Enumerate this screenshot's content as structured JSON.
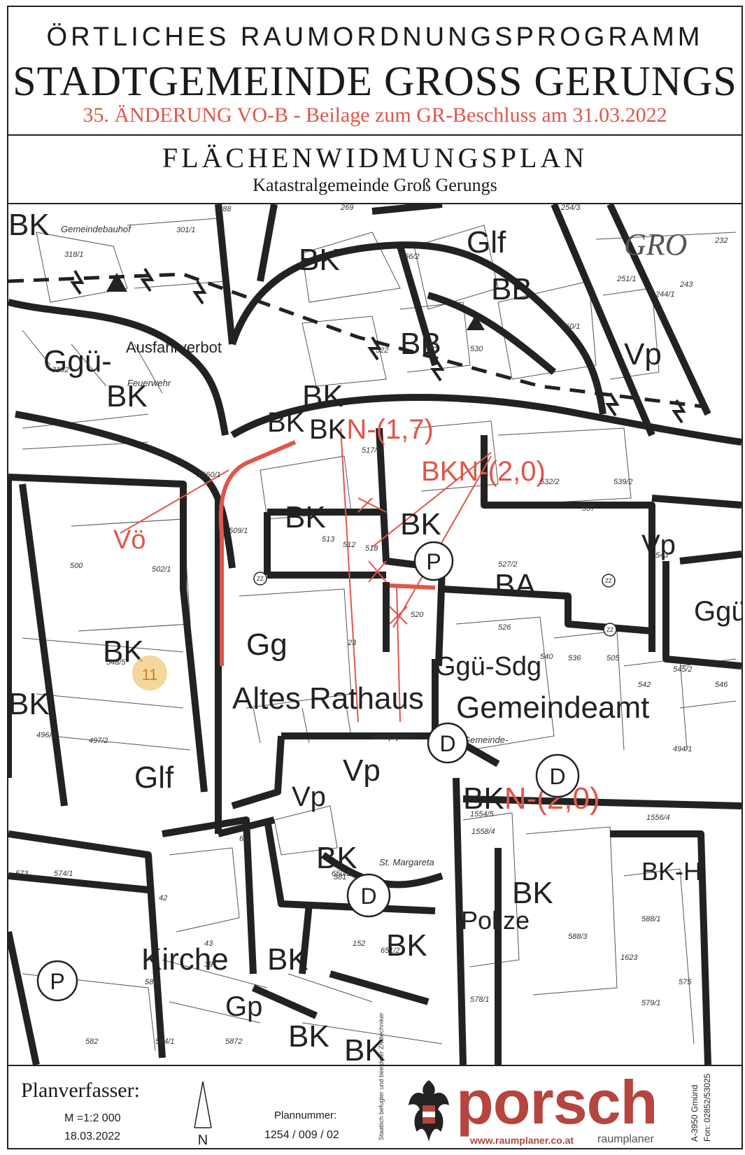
{
  "header": {
    "line1": "ÖRTLICHES RAUMORDNUNGSPROGRAMM",
    "line2": "STADTGEMEINDE  GROSS GERUNGS",
    "line3": "35. ÄNDERUNG VO-B - Beilage zum GR-Beschluss am 31.03.2022",
    "plan_title": "FLÄCHENWIDMUNGSPLAN",
    "plan_subtitle": "Katastralgemeinde Groß Gerungs"
  },
  "colors": {
    "ink": "#222222",
    "change_red": "#e0564a",
    "brand": "#b5453e",
    "highlight": "#f3cf8a"
  },
  "map_labels": {
    "zones": [
      "Glf",
      "BB",
      "GRO",
      "BK",
      "BB",
      "Vp",
      "Ggü-",
      "Ausfahrverbot",
      "BK",
      "BK",
      "BK",
      "BKN-(1,7)",
      "BKN-(2,0)",
      "BK",
      "BK",
      "Vp",
      "BA",
      "Ggü-Sdg",
      "Gg",
      "Ggü-Sdg",
      "BK",
      "Altes Rathaus",
      "Gemeindeamt",
      "BK",
      "Glf",
      "Vp",
      "Vp",
      "BKN-(2,0)",
      "BK",
      "BK",
      "BK-H",
      "Polize",
      "Kirche",
      "BK",
      "BK",
      "Gp",
      "BK",
      "BK",
      "BK"
    ],
    "small": [
      "Gemeindebauhof",
      "Feuerwehr",
      "St. Margareta",
      "Hauptplatz",
      "Gemeinde-"
    ],
    "red": [
      "Vö"
    ],
    "symbols": {
      "parking": "P",
      "monument": "D",
      "marker": "11",
      "tree": "ZZ"
    },
    "parcels": [
      "288",
      "269",
      "254/3",
      "232",
      "301/1",
      "318/1",
      "266/2",
      "251/1",
      "244/1",
      "243",
      "260/1",
      "522",
      "523",
      "530",
      "3192",
      "1560/1",
      "517/1",
      "532/2",
      "539/2",
      "537",
      "509/1",
      "513",
      "512",
      "518",
      "527/2",
      "543",
      "500",
      "502/1",
      "520",
      "526",
      "536",
      "540",
      "23",
      "505",
      "542",
      "545/2",
      "546",
      "548/5",
      "497/2",
      "496/3",
      "494/1",
      "6/1",
      "1554/5",
      "1558/4",
      "1556/4",
      "42",
      "43",
      "39",
      "588/1",
      "588/3",
      "1623",
      "575",
      "579/1",
      "578/1",
      "573",
      "574/1",
      "580",
      "651/2",
      "650/2",
      "152",
      "581",
      "582",
      "584/1",
      "5872"
    ]
  },
  "footer": {
    "planverfasser": "Planverfasser:",
    "scale": "M =1:2 000",
    "date": "18.03.2022",
    "north": "N",
    "plannummer_label": "Plannummer:",
    "plannummer": "1254 / 009 / 02",
    "certified": "Staatlich befugter und beeideter Ziviltechniker",
    "company": "porsch",
    "website": "www.raumplaner.co.at",
    "role": "raumplaner",
    "address": "A-3950 Gmünd",
    "fax": "Fon: 02852/53025"
  }
}
